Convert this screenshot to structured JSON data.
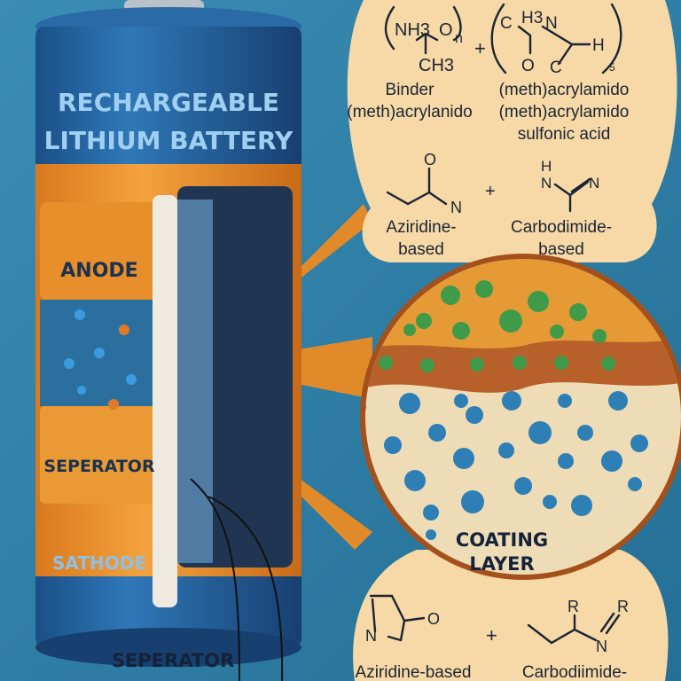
{
  "battery": {
    "title_line1": "RECHARGEABLE",
    "title_line2": "LITHIUM BATTERY",
    "anode_label": "ANODE",
    "separator_label": "SEPERATOR",
    "cathode_label": "SATHODE",
    "bottom_separator_label": "SEPERATOR"
  },
  "top_bubble": {
    "formula1": {
      "atoms": [
        "NH3",
        "O",
        "n",
        "CH3"
      ]
    },
    "plus": "+",
    "formula2": {
      "atoms": [
        "C",
        "H3",
        "N",
        "H",
        "O",
        "C",
        "5"
      ]
    },
    "binder_line1": "Binder",
    "binder_line2": "(meth)acrylanido",
    "acid_line1": "(meth)acrylamido",
    "acid_line2": "(meth)acrylamido",
    "acid_line3": "sulfonic acid",
    "aziridine_atoms": [
      "O",
      "N"
    ],
    "carbodiimide_atoms": [
      "H",
      "N",
      "N"
    ],
    "aziridine_line1": "Aziridine-",
    "aziridine_line2": "based",
    "carbodiimide_line1": "Carbodimide-",
    "carbodiimide_line2": "based"
  },
  "magnified": {
    "label_line1": "COATING",
    "label_line2": "LAYER"
  },
  "bottom_bubble": {
    "ring_atoms": [
      "N",
      "O"
    ],
    "chain_atoms": [
      "R",
      "R",
      "N"
    ],
    "plus": "+",
    "aziridine_label": "Aziridine-based",
    "carbodiimide_label": "Carbodiimide-"
  },
  "colors": {
    "background": "#2d7ea3",
    "battery_blue": "#1f5f99",
    "orange": "#e08a2a",
    "cream": "#f6d9a6",
    "green": "#3f9a4a",
    "dark_text": "#1b2433"
  }
}
